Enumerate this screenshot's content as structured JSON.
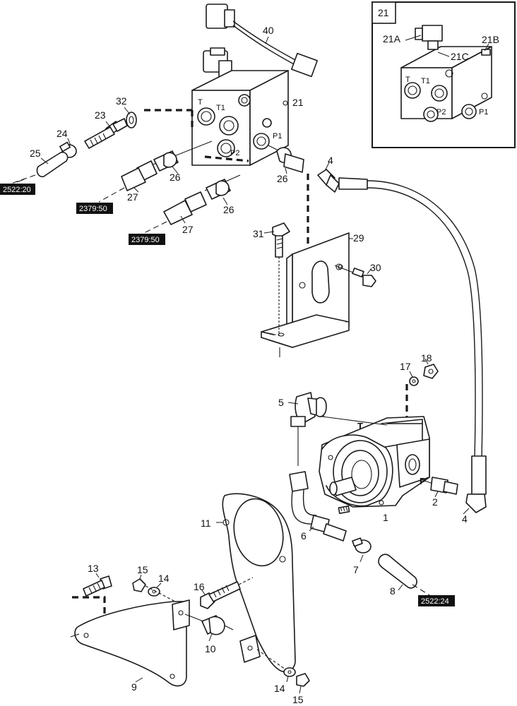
{
  "callouts": {
    "c1": "1",
    "c2": "2",
    "c4a": "4",
    "c4b": "4",
    "c5": "5",
    "c6": "6",
    "c7": "7",
    "c8": "8",
    "c9": "9",
    "c10": "10",
    "c11": "11",
    "c13": "13",
    "c14a": "14",
    "c14b": "14",
    "c15a": "15",
    "c15b": "15",
    "c16": "16",
    "c17": "17",
    "c18": "18",
    "c21": "21",
    "c23": "23",
    "c24": "24",
    "c25": "25",
    "c26a": "26",
    "c26b": "26",
    "c26c": "26",
    "c27a": "27",
    "c27b": "27",
    "c29": "29",
    "c30": "30",
    "c31": "31",
    "c32": "32",
    "c40": "40"
  },
  "ports": {
    "t": "T",
    "t1": "T1",
    "p2": "P2",
    "p1": "P1"
  },
  "pump_ports": {
    "t": "T",
    "p": "P"
  },
  "inset": {
    "title": "21",
    "c21a": "21A",
    "c21b": "21B",
    "c21c": "21C",
    "t": "T",
    "t1": "T1",
    "p2": "P2",
    "p1": "P1"
  },
  "refs": {
    "r1": "2522:20",
    "r2": "2379:50",
    "r3": "2379:50",
    "r4": "2522:24"
  }
}
